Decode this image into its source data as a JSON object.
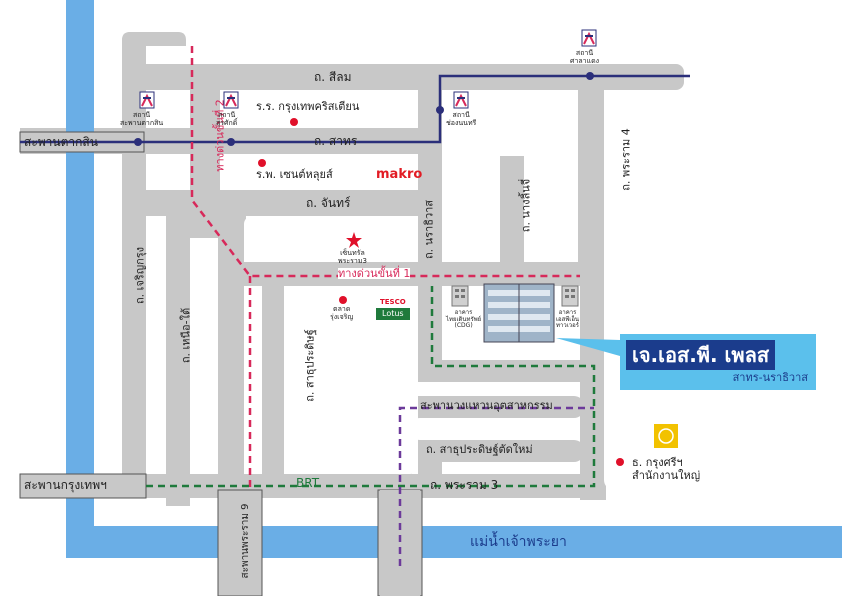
{
  "roads": {
    "silom": "ถ. สีลม",
    "sathorn": "ถ. สาทร",
    "chan": "ถ. จันทร์",
    "charoen_krung": "ถ. เจริญกรุง",
    "nuea_tai": "ถ. เหนือ-ใต้",
    "sathupradit": "ถ. สาธุประดิษฐ์",
    "narathiwat": "ถ. นราธิวาส",
    "nang_linchi": "ถ. นางลิ้นจี่",
    "rama4": "ถ. พระราม 4",
    "sathupradit_new": "ถ. สาธุประดิษฐ์ตัดใหม่",
    "rama3": "ถ. พระราม 3"
  },
  "bridges": {
    "taksin": "สะพานตากสิน",
    "krungthep": "สะพานกรุงเทพฯ",
    "rama9": "สะพานพระราม 9",
    "industrial_ring": "สะพานวงแหวนอุตสาหกรรม"
  },
  "expressways": {
    "exit1": "ทางด่วนขั้นที่ 1",
    "exit2": "ทางด่วนขั้นที่ 2"
  },
  "river": "แม่น้ำเจ้าพระยา",
  "brt": "BRT",
  "stations": {
    "taksin": "สถานี\nสะพานตากสิน",
    "surasak": "สถานี\nสุรศักดิ์",
    "chong_nonsi": "สถานี\nช่องนนทรี",
    "sala_daeng": "สถานี\nศาลาแดง",
    "logo_text": "BTS"
  },
  "places": {
    "bangkok_christian": "ร.ร. กรุงเทพคริสเตียน",
    "saint_louis": "ร.พ. เซนต์หลุยส์",
    "makro": "makro",
    "central_rama3": "เซ็นทรัล\nพระราม3",
    "talad_rungcharoen": "ตลาด\nรุ่งเจริญ",
    "tesco": "TESCO",
    "lotus": "Lotus",
    "cdg": "อาคาร\nไทยเดินทรัพย์\n(CDG)",
    "ss_tower": "อาคาร\nเอสพีเอ็น\nทาวเวอร์",
    "krungsri": "ธ. กรุงศรีฯ\nสำนักงานใหญ่"
  },
  "callout": {
    "title": "เจ.เอส.พี. เพลส",
    "subtitle": "สาทร-นราธิวาส"
  },
  "colors": {
    "road": "#c8c8c8",
    "river": "#6aaee6",
    "bts_line": "#2b2f7a",
    "expressway": "#d7295a",
    "brt": "#1f7a3c",
    "ring_road": "#6c3a9a",
    "marker": "#e0102a",
    "callout_bg": "#5bc0ec",
    "callout_title_bg": "#1b3c8c",
    "makro": "#e21c24",
    "krungsri": "#f2c200"
  }
}
